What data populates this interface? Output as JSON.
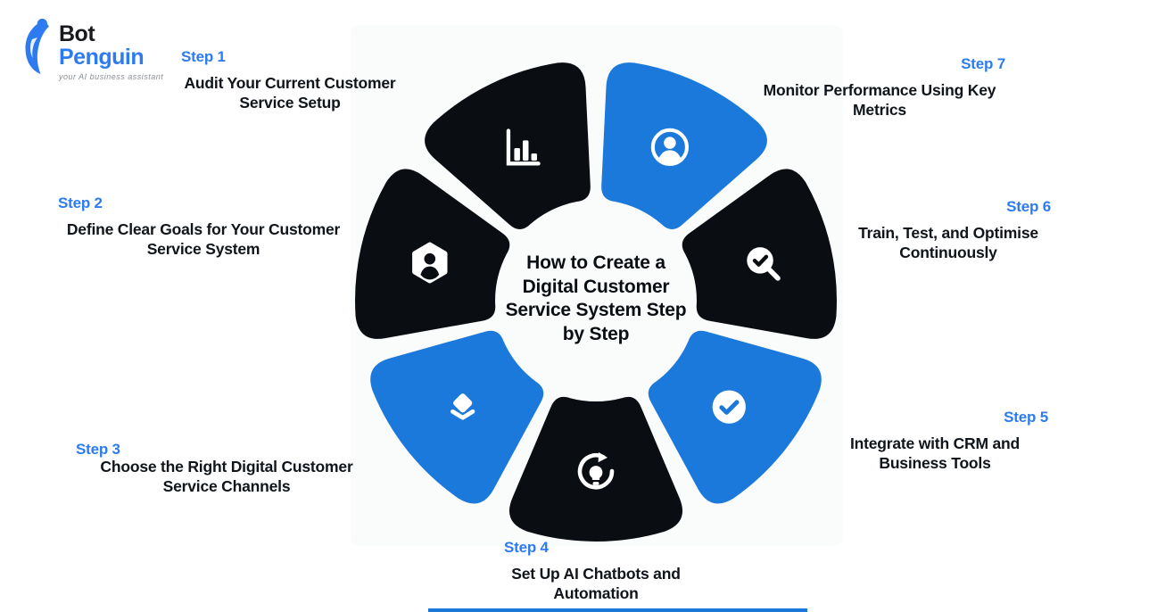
{
  "brand": {
    "name_line1": "Bot",
    "name_line2": "Penguin",
    "tagline": "your AI business assistant"
  },
  "colors": {
    "blue": "#1B79DC",
    "black": "#0A0D12",
    "label_blue": "#2E7BF0",
    "logo_blue": "#2E7BF0",
    "text_dark": "#10151B",
    "accent_bar": "#1B79DC",
    "background": "#FFFFFF"
  },
  "wheel": {
    "center_title": "How to Create a\nDigital Customer\nService System Step\nby Step"
  },
  "steps": [
    {
      "label": "Step 1",
      "title": "Audit Your Current Customer\nService Setup",
      "icon": "bar-chart-icon",
      "petal": "black"
    },
    {
      "label": "Step 2",
      "title": "Define Clear Goals for Your Customer\nService System",
      "icon": "hexagon-user-icon",
      "petal": "black"
    },
    {
      "label": "Step 3",
      "title": "Choose the Right Digital Customer\nService Channels",
      "icon": "layers-icon",
      "petal": "blue"
    },
    {
      "label": "Step 4",
      "title": "Set Up AI Chatbots and\nAutomation",
      "icon": "automation-icon",
      "petal": "black"
    },
    {
      "label": "Step 5",
      "title": "Integrate with CRM and\nBusiness Tools",
      "icon": "check-circle-icon",
      "petal": "blue"
    },
    {
      "label": "Step 6",
      "title": "Train, Test, and Optimise\nContinuously",
      "icon": "search-check-icon",
      "petal": "black"
    },
    {
      "label": "Step 7",
      "title": "Monitor Performance Using Key\nMetrics",
      "icon": "user-circle-icon",
      "petal": "blue"
    }
  ]
}
